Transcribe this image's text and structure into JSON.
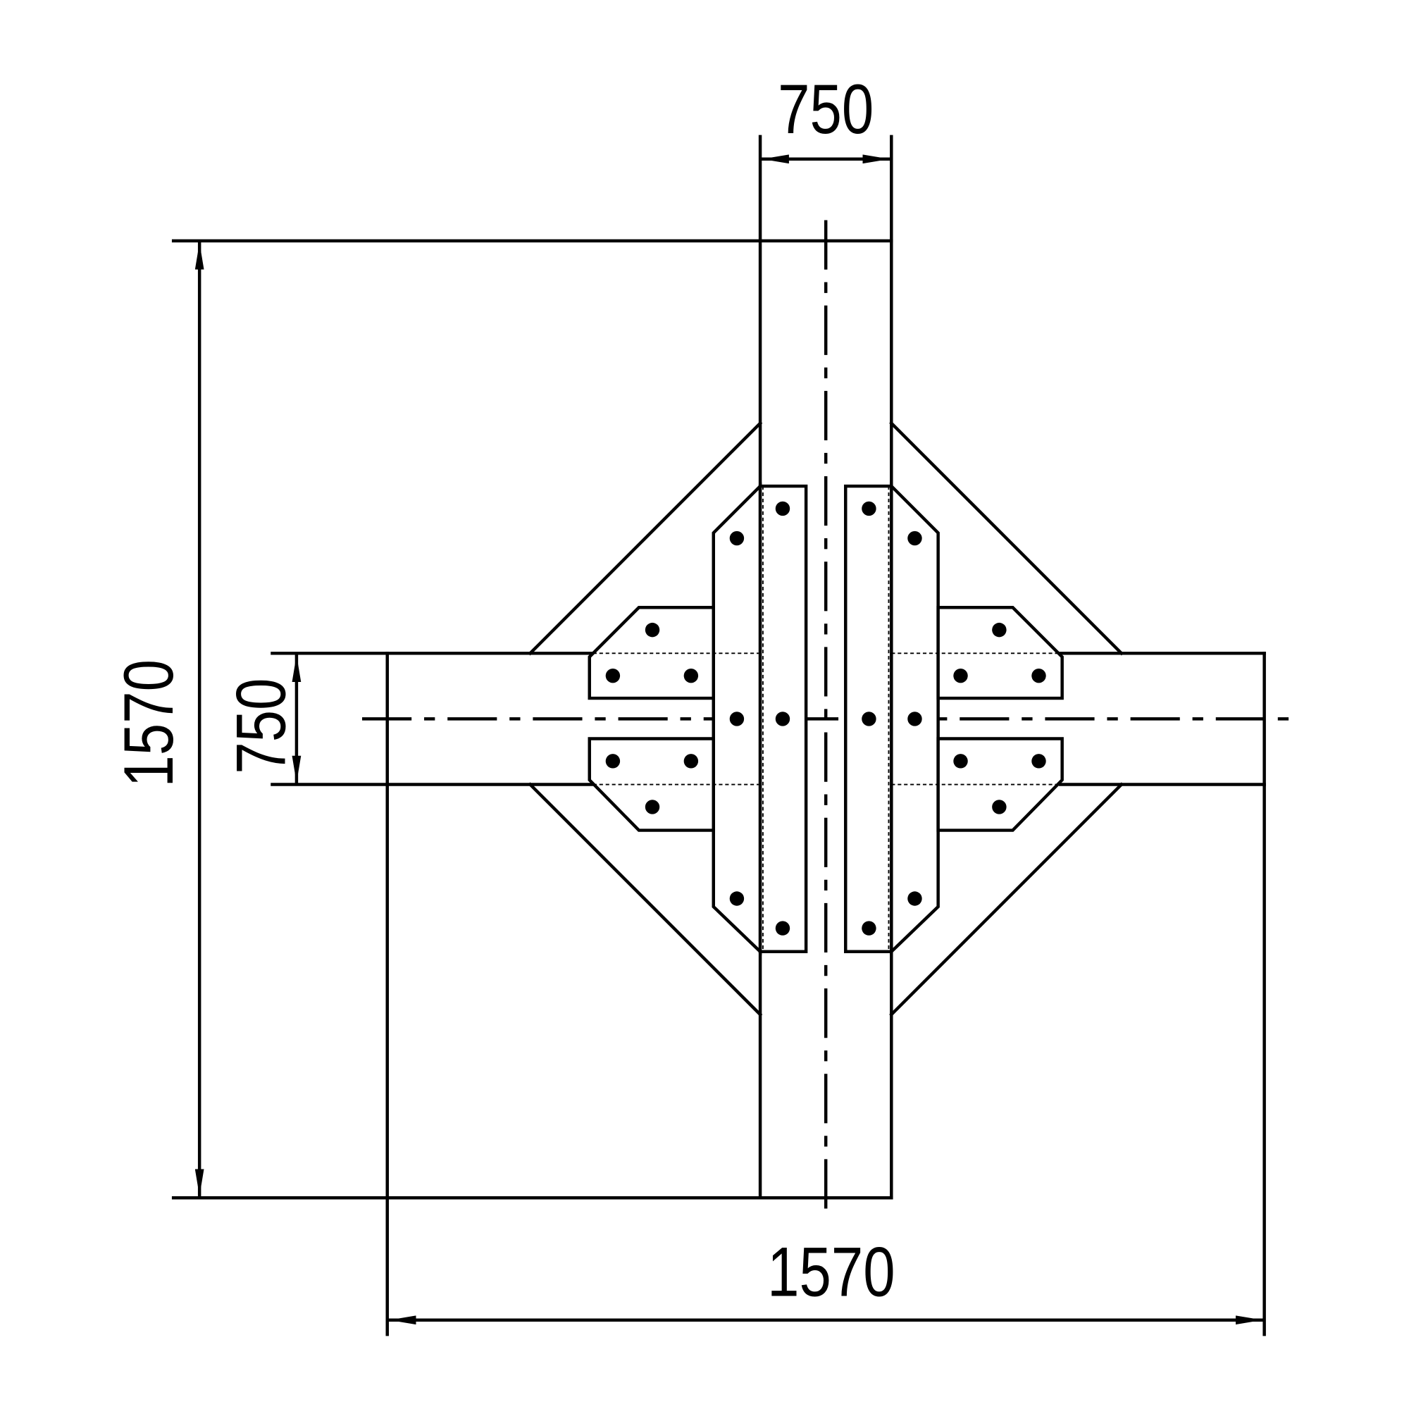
{
  "drawing": {
    "dimensions": {
      "top_width": "750",
      "left_height": "1570",
      "inner_height": "750",
      "bottom_width": "1570"
    }
  }
}
